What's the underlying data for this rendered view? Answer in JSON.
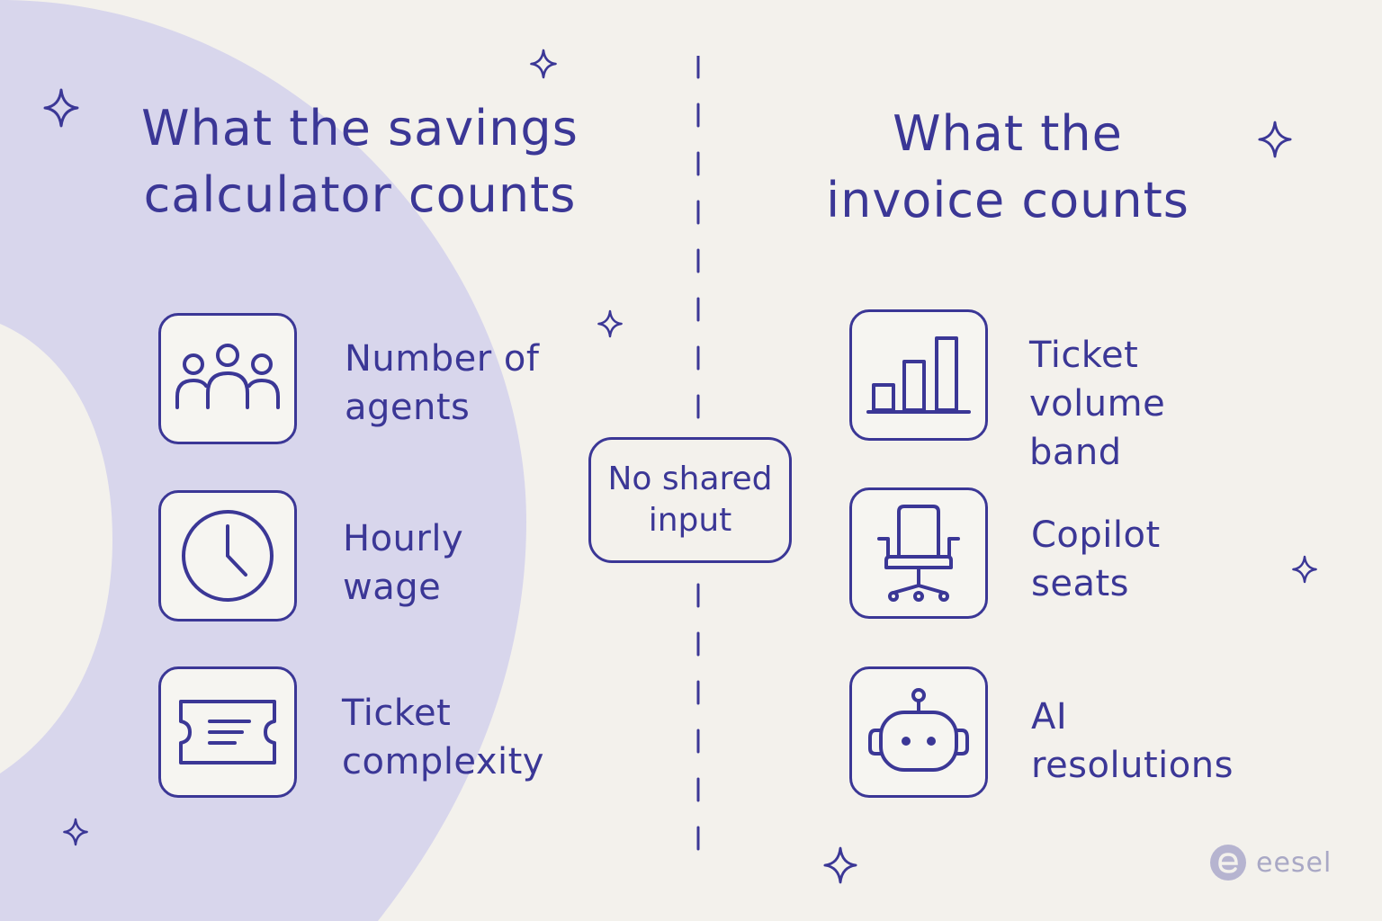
{
  "colors": {
    "ink": "#3b3796",
    "background": "#f3f1ec",
    "arc": "#d8d6ec",
    "logo": "#a9a8c5"
  },
  "left_column": {
    "title": "What the savings calculator counts",
    "items": [
      {
        "icon": "people-icon",
        "label": "Number of agents"
      },
      {
        "icon": "clock-icon",
        "label": "Hourly wage"
      },
      {
        "icon": "ticket-icon",
        "label": "Ticket complexity"
      }
    ]
  },
  "right_column": {
    "title": "What the invoice counts",
    "items": [
      {
        "icon": "bar-chart-icon",
        "label": "Ticket volume band"
      },
      {
        "icon": "office-chair-icon",
        "label": "Copilot seats"
      },
      {
        "icon": "robot-icon",
        "label": "AI resolutions"
      }
    ]
  },
  "center": {
    "label": "No shared input"
  },
  "brand": {
    "name": "eesel"
  }
}
